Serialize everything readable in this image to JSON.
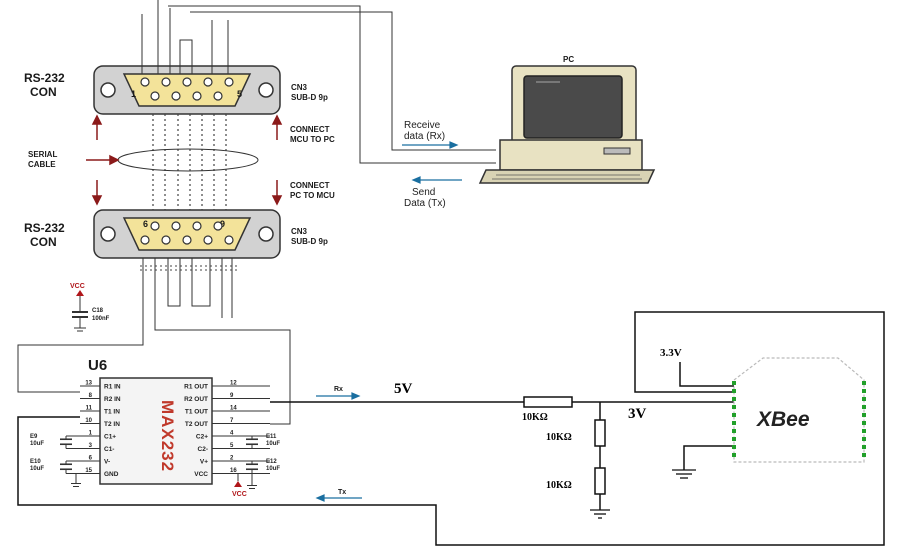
{
  "connectors": {
    "top": {
      "title": [
        "RS-232",
        "CON"
      ],
      "type": [
        "CN3",
        "SUB-D 9p"
      ],
      "pin_left": "1",
      "pin_right": "5"
    },
    "bottom": {
      "title": [
        "RS-232",
        "CON"
      ],
      "type": [
        "CN3",
        "SUB-D 9p"
      ],
      "pin_left": "6",
      "pin_right": "9"
    }
  },
  "cable": {
    "serial_cable": [
      "SERIAL",
      "CABLE"
    ],
    "mcu_to_pc": [
      "CONNECT",
      "MCU TO PC"
    ],
    "pc_to_mcu": [
      "CONNECT",
      "PC TO MCU"
    ]
  },
  "pc": {
    "label": "PC",
    "receive": [
      "Receive",
      "data (Rx)"
    ],
    "send": [
      "Send",
      "Data (Tx)"
    ]
  },
  "power": {
    "vcc_top": "VCC",
    "cap_c18": [
      "C18",
      "100nF"
    ],
    "vcc_bottom": "VCC"
  },
  "ic": {
    "ref": "U6",
    "part": "MAX232",
    "left_pins": [
      {
        "num": "13",
        "name": "R1 IN"
      },
      {
        "num": "8",
        "name": "R2 IN"
      },
      {
        "num": "11",
        "name": "T1 IN"
      },
      {
        "num": "10",
        "name": "T2 IN"
      },
      {
        "num": "1",
        "name": "C1+"
      },
      {
        "num": "3",
        "name": "C1-"
      },
      {
        "num": "6",
        "name": "V-"
      },
      {
        "num": "15",
        "name": "GND"
      }
    ],
    "right_pins": [
      {
        "num": "12",
        "name": "R1 OUT"
      },
      {
        "num": "9",
        "name": "R2 OUT"
      },
      {
        "num": "14",
        "name": "T1 OUT"
      },
      {
        "num": "7",
        "name": "T2 OUT"
      },
      {
        "num": "4",
        "name": "C2+"
      },
      {
        "num": "5",
        "name": "C2-"
      },
      {
        "num": "2",
        "name": "V+"
      },
      {
        "num": "16",
        "name": "VCC"
      }
    ],
    "caps_left": [
      {
        "ref": "E9",
        "value": "10uF"
      },
      {
        "ref": "E10",
        "value": "10uF"
      }
    ],
    "caps_right": [
      {
        "ref": "E11",
        "value": "10uF"
      },
      {
        "ref": "E12",
        "value": "10uF"
      }
    ]
  },
  "signals": {
    "rx": "Rx",
    "tx": "Tx",
    "v5": "5V",
    "v3": "3V",
    "v33": "3.3V"
  },
  "resistors": {
    "r_series": "10KΩ",
    "r_upper": "10KΩ",
    "r_lower": "10KΩ"
  },
  "xbee": {
    "label": "XBee"
  },
  "colors": {
    "connector_fill": "#f3e39a",
    "connector_shell": "#cfcfcf",
    "arrow_red": "#8b1a1a",
    "arrow_blue": "#1a6fa0",
    "vcc_red": "#b0161a",
    "chip_text": "#c0392b",
    "xbee_pins": "#22a02a",
    "monitor_screen": "#4a4a4a",
    "pc_body": "#e8e2c2"
  }
}
